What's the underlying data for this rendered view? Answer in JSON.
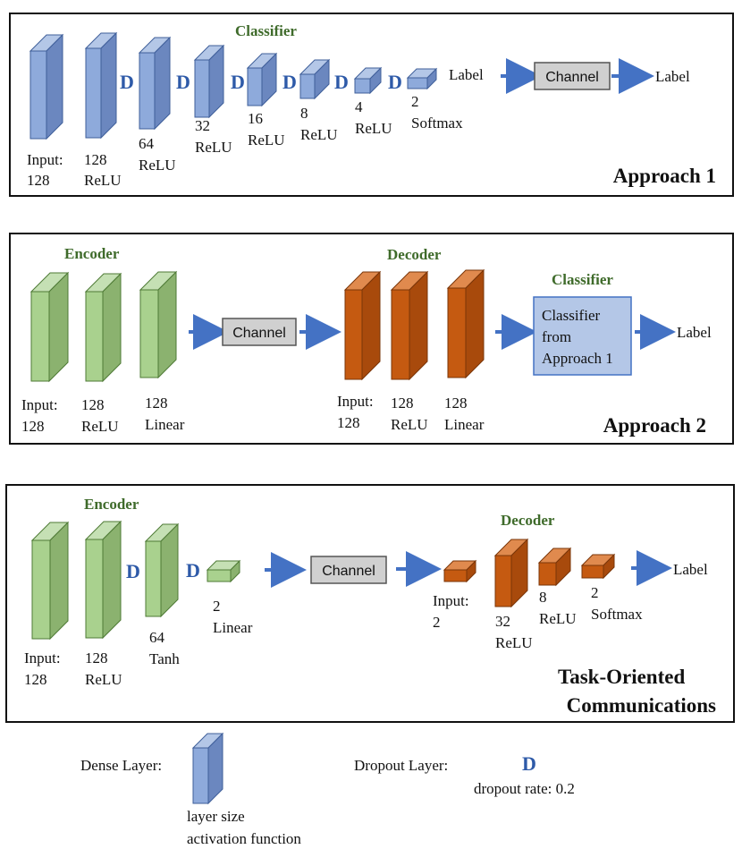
{
  "approach1": {
    "title": "Approach 1",
    "classifier_header": "Classifier",
    "input_label": "Input:",
    "input_size": "128",
    "layers": [
      {
        "size": "128",
        "activation": "ReLU"
      },
      {
        "size": "64",
        "activation": "ReLU"
      },
      {
        "size": "32",
        "activation": "ReLU"
      },
      {
        "size": "16",
        "activation": "ReLU"
      },
      {
        "size": "8",
        "activation": "ReLU"
      },
      {
        "size": "4",
        "activation": "ReLU"
      },
      {
        "size": "2",
        "activation": "Softmax"
      }
    ],
    "dropout_mark": "D",
    "label_in": "Label",
    "channel": "Channel",
    "label_out": "Label"
  },
  "approach2": {
    "title": "Approach 2",
    "encoder_header": "Encoder",
    "decoder_header": "Decoder",
    "classifier_header": "Classifier",
    "encoder_layers": [
      {
        "size": "Input:",
        "activation": "128"
      },
      {
        "size": "128",
        "activation": "ReLU"
      },
      {
        "size": "128",
        "activation": "Linear"
      }
    ],
    "channel": "Channel",
    "decoder_layers": [
      {
        "size": "Input:",
        "activation": "128"
      },
      {
        "size": "128",
        "activation": "ReLU"
      },
      {
        "size": "128",
        "activation": "Linear"
      }
    ],
    "classifier_box": [
      "Classifier",
      "from",
      "Approach 1"
    ],
    "label_out": "Label"
  },
  "task_oriented": {
    "title_line1": "Task-Oriented",
    "title_line2": "Communications",
    "encoder_header": "Encoder",
    "decoder_header": "Decoder",
    "encoder_layers": [
      {
        "size": "Input:",
        "activation": "128"
      },
      {
        "size": "128",
        "activation": "ReLU"
      },
      {
        "size": "64",
        "activation": "Tanh"
      },
      {
        "size": "2",
        "activation": "Linear"
      }
    ],
    "channel": "Channel",
    "decoder_layers": [
      {
        "size": "Input:",
        "activation": "2"
      },
      {
        "size": "32",
        "activation": "ReLU"
      },
      {
        "size": "8",
        "activation": "ReLU"
      },
      {
        "size": "2",
        "activation": "Softmax"
      }
    ],
    "dropout_mark": "D",
    "label_out": "Label"
  },
  "legend": {
    "dense_label": "Dense Layer:",
    "dense_caption_1": "layer size",
    "dense_caption_2": "activation function",
    "dropout_label": "Dropout Layer:",
    "dropout_mark": "D",
    "dropout_rate": "dropout rate: 0.2"
  },
  "colors": {
    "blue_front": "#8eaadb",
    "blue_side": "#6b87bf",
    "blue_top": "#b4c7e7",
    "green_front": "#a9d18e",
    "green_side": "#8bb26f",
    "green_top": "#c5e0b4",
    "orange_front": "#c55a11",
    "orange_side": "#a84a0c",
    "orange_top": "#e08a4e",
    "arrow": "#4472c4",
    "channel_fill": "#d0d0d0",
    "classifier_fill": "#b4c7e7"
  }
}
